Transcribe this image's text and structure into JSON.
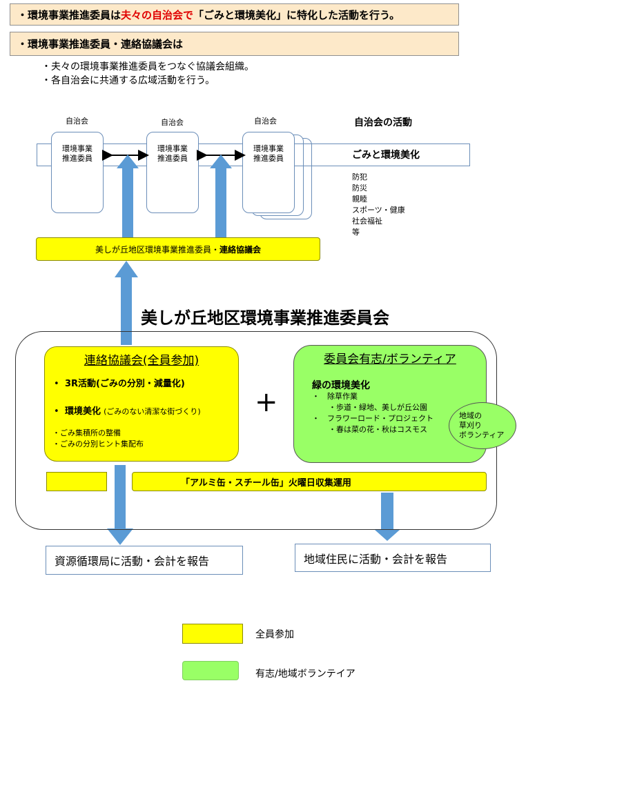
{
  "banner1": {
    "prefix": "・環境事業推進委員は",
    "highlight": "夫々の自治会で",
    "suffix": "「ごみと環境美化」に特化した活動を行う。"
  },
  "banner2": {
    "text": "・環境事業推進委員・連絡協議会は"
  },
  "sub_lines": [
    "・夫々の環境事業推進委員をつなぐ協議会組織。",
    "・各自治会に共通する広域活動を行う。"
  ],
  "top": {
    "jichikai_labels": [
      "自治会",
      "自治会",
      "自治会"
    ],
    "card_text_line1": "環境事業",
    "card_text_line2": "推進委員",
    "activities_title": "自治会の活動",
    "band_label": "ごみと環境美化",
    "other_activities": [
      "防犯",
      "防災",
      "親睦",
      "スポーツ・健康",
      "社会福祉",
      "等"
    ]
  },
  "council_bar": {
    "prefix": "美しが丘地区環境事業推進委員・",
    "bold": "連絡協議会"
  },
  "main_title": "美しが丘地区環境事業推進委員会",
  "yellow_panel": {
    "title": "連絡協議会(全員参加)",
    "item1_bold": "3R活動(ごみの分別・減量化)",
    "item2_bold": "環境美化",
    "item2_note": "(ごみのない清潔な街づくり)",
    "extra": [
      "・ごみ集積所の整備",
      "・ごみの分別ヒント集配布"
    ]
  },
  "plus": "+",
  "green_panel": {
    "title": "委員会有志/ボランティア",
    "heading": "緑の環境美化",
    "lines": [
      "・　除草作業",
      "・歩道・緑地、美しが丘公園",
      "・　フラワーロード・プロジェクト",
      "・春は菜の花・秋はコスモス"
    ]
  },
  "volunteer_oval": [
    "地域の",
    "草刈り",
    "ボランティア"
  ],
  "collection_bar": "「アルミ缶・スチール缶」火曜日収集運用",
  "report_left": "資源循環局に活動・会計を報告",
  "report_right": "地域住民に活動・会計を報告",
  "legend": [
    {
      "label": "全員参加",
      "color": "#ffff00"
    },
    {
      "label": "有志/地域ボランテイア",
      "color": "#99ff66"
    }
  ],
  "colors": {
    "banner_bg": "#fde9c9",
    "arrow_blue": "#5b9bd5",
    "yellow": "#ffff00",
    "green": "#99ff66",
    "highlight_red": "#e00000"
  }
}
